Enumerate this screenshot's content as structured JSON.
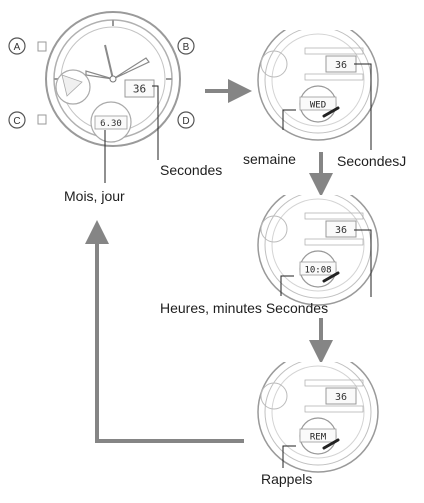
{
  "watch": {
    "buttons": {
      "a": "A",
      "b": "B",
      "c": "C",
      "d": "D"
    },
    "seconds_display": "36",
    "lower_display": "6.30"
  },
  "panels": [
    {
      "lower_display": "WED",
      "seconds_display": "36"
    },
    {
      "lower_display": "10:08",
      "seconds_display": "36"
    },
    {
      "lower_display": "REM",
      "seconds_display": "36"
    }
  ],
  "labels": {
    "secondes_main": "Secondes",
    "mois_jour": "Mois, jour",
    "secondes_j": "SecondesJ",
    "semaine": "semaine",
    "heures_minutes_secondes": "Heures, minutes Secondes",
    "rappels": "Rappels"
  },
  "colors": {
    "arrow": "#858585",
    "line": "#222222",
    "watch_outline": "#9a9a9a"
  }
}
